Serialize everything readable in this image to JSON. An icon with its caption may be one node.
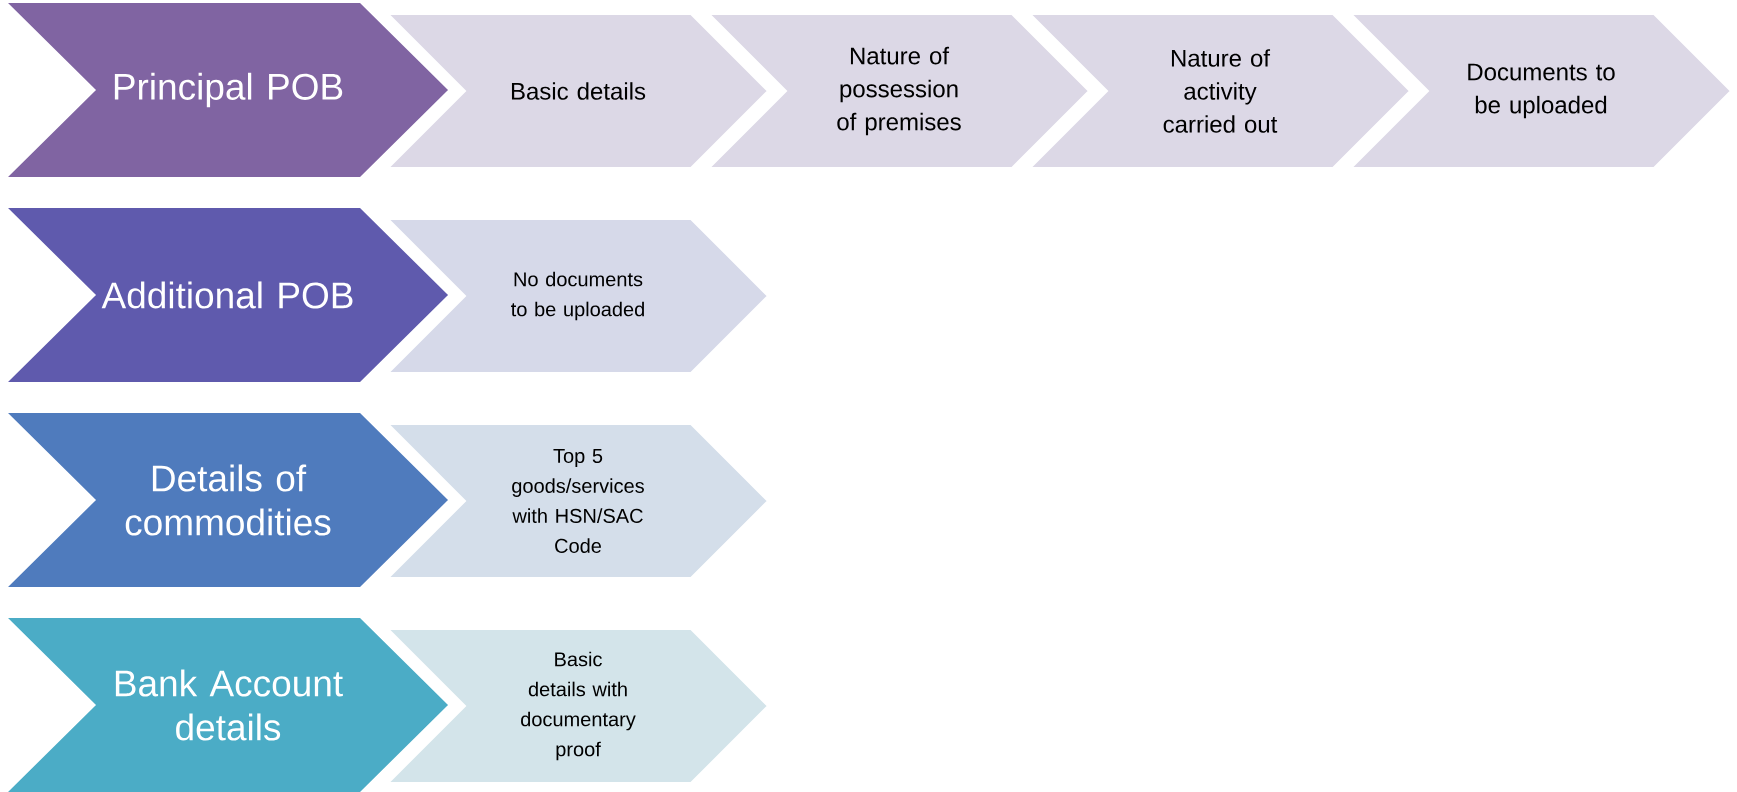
{
  "diagram": {
    "nodes": [
      {
        "text": [
          "Principal POB"
        ]
      },
      {
        "text": [
          "Basic details"
        ]
      },
      {
        "text": [
          "Nature of possession of premises"
        ]
      },
      {
        "text": [
          "Nature of activity carried out"
        ]
      },
      {
        "text": [
          "Documents to be uploaded"
        ]
      },
      {
        "text": [
          "Additional POB"
        ]
      },
      {
        "text": [
          "No documents to be uploaded"
        ]
      },
      {
        "text": [
          "Details of commodities"
        ]
      },
      {
        "text": [
          "Top 5 goods/services with HSN/SAC Code"
        ]
      },
      {
        "text": [
          "Bank Account details"
        ]
      },
      {
        "text": [
          "Basic details with documentary proof"
        ]
      }
    ]
  }
}
